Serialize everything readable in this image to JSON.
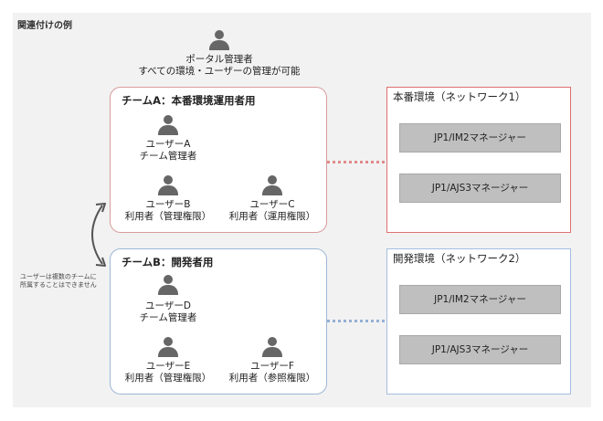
{
  "title": "関連付けの例",
  "portal_admin": {
    "name": "ポータル管理者",
    "desc": "すべての環境・ユーザーの管理が可能"
  },
  "team_a": {
    "title": "チームA：本番環境運用者用",
    "users": [
      {
        "name": "ユーザーA",
        "role": "チーム管理者"
      },
      {
        "name": "ユーザーB",
        "role": "利用者（管理権限）"
      },
      {
        "name": "ユーザーC",
        "role": "利用者（運用権限）"
      }
    ]
  },
  "team_b": {
    "title": "チームB：開発者用",
    "users": [
      {
        "name": "ユーザーD",
        "role": "チーム管理者"
      },
      {
        "name": "ユーザーE",
        "role": "利用者（管理権限）"
      },
      {
        "name": "ユーザーF",
        "role": "利用者（参照権限）"
      }
    ]
  },
  "env_1": {
    "title": "本番環境（ネットワーク1）",
    "managers": [
      "JP1/IM2マネージャー",
      "JP1/AJS3マネージャー"
    ]
  },
  "env_2": {
    "title": "開発環境（ネットワーク2）",
    "managers": [
      "JP1/IM2マネージャー",
      "JP1/AJS3マネージャー"
    ]
  },
  "note": {
    "line1": "ユーザーは複数のチームに",
    "line2": "所属することはできません"
  },
  "colors": {
    "team_a_border": "#d99c9c",
    "team_b_border": "#9db7d6",
    "env_1_border": "#e07070",
    "env_2_border": "#a5bde0",
    "manager_fill": "#bfbfbf",
    "icon": "#666666"
  }
}
